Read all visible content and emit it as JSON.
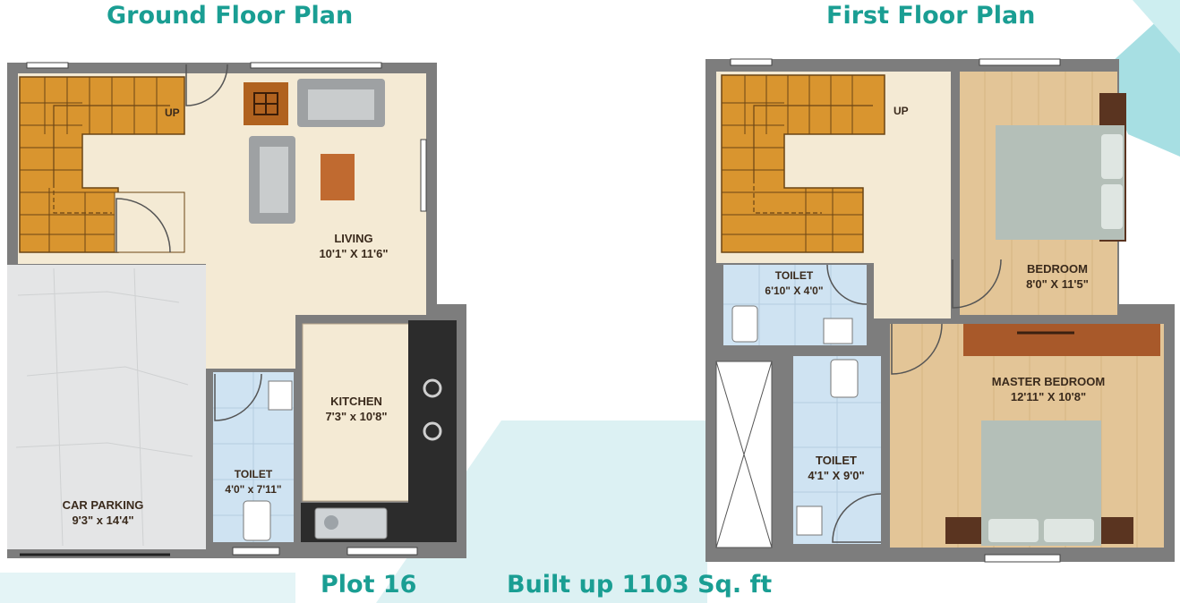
{
  "titles": {
    "ground": "Ground Floor Plan",
    "first": "First Floor Plan"
  },
  "footer": {
    "plot": "Plot 16",
    "built_up": "Built up 1103 Sq. ft"
  },
  "ground_floor": {
    "stair_label": "UP",
    "living": {
      "name": "LIVING",
      "size": "10'1\" X 11'6\""
    },
    "kitchen": {
      "name": "KITCHEN",
      "size": "7'3\" x 10'8\""
    },
    "toilet": {
      "name": "TOILET",
      "size": "4'0\" x 7'11\""
    },
    "car_parking": {
      "name": "CAR PARKING",
      "size": "9'3\" x 14'4\""
    }
  },
  "first_floor": {
    "stair_label": "UP",
    "toilet_1": {
      "name": "TOILET",
      "size": "6'10\" X 4'0\""
    },
    "bedroom": {
      "name": "BEDROOM",
      "size": "8'0\" X 11'5\""
    },
    "master_bedroom": {
      "name": "MASTER BEDROOM",
      "size": "12'11\" X 10'8\""
    },
    "toilet_2": {
      "name": "TOILET",
      "size": "4'1\" X 9'0\""
    }
  },
  "colors": {
    "accent": "#1a9e93",
    "wall": "#7d7d7d",
    "floor_beige": "#f4ead4",
    "wood": "#e3c597",
    "tile_blue": "#cfe3f2",
    "stair": "#d9952f",
    "background_decor": "#d9f0f2"
  }
}
